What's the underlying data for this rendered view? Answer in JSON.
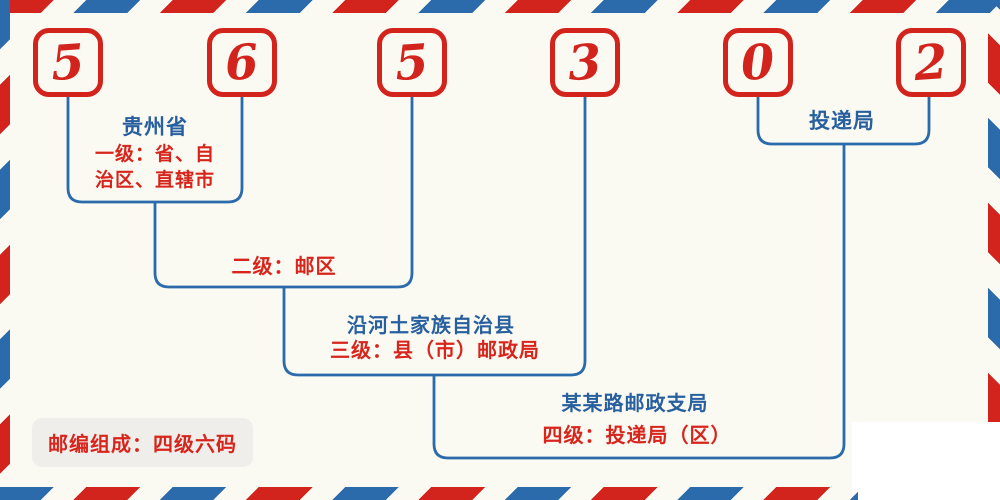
{
  "colors": {
    "red": "#d2241c",
    "red_text": "#d8251c",
    "blue_line": "#2b6aab",
    "blue_text": "#285f9e",
    "background": "#fafaf3",
    "badge_background": "#f0eeeb"
  },
  "postal_code": {
    "digits": [
      "5",
      "6",
      "5",
      "3",
      "0",
      "2"
    ]
  },
  "levels": {
    "level1": {
      "region_name": "贵州省",
      "desc_line1": "一级：省、自",
      "desc_line2": "治区、直辖市"
    },
    "level2": {
      "desc": "二级：邮区"
    },
    "level3": {
      "region_name": "沿河土家族自治县",
      "desc": "三级：县（市）邮政局"
    },
    "level4": {
      "region_name": "某某路邮政支局",
      "desc": "四级：投递局（区）"
    },
    "delivery_office": {
      "label": "投递局"
    }
  },
  "footer": {
    "composition_note": "邮编组成：四级六码"
  }
}
